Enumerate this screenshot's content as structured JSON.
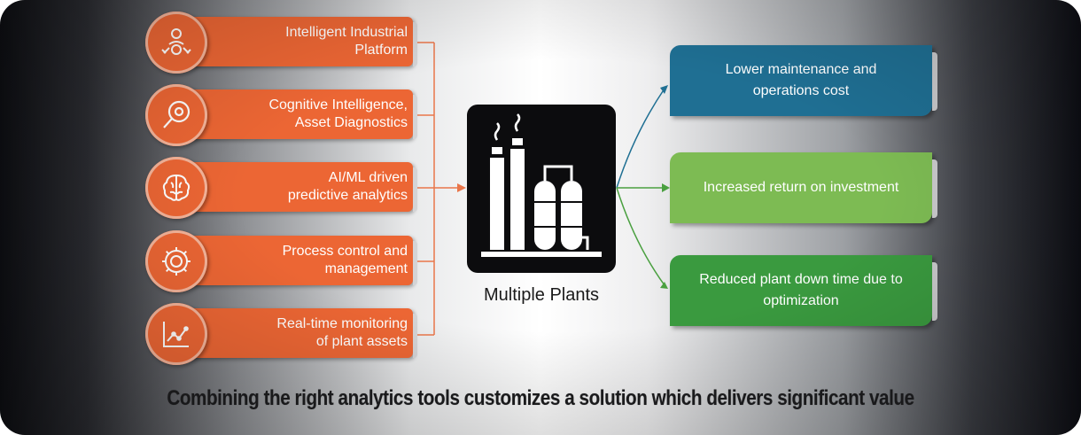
{
  "left_items": [
    {
      "label": "Intelligent Industrial\nPlatform",
      "icon": "person-gear-icon"
    },
    {
      "label": "Cognitive Intelligence,\nAsset Diagnostics",
      "icon": "magnifier-icon"
    },
    {
      "label": "AI/ML driven\npredictive analytics",
      "icon": "brain-icon"
    },
    {
      "label": "Process control and\nmanagement",
      "icon": "gear-icon"
    },
    {
      "label": "Real-time monitoring\nof plant assets",
      "icon": "line-chart-icon"
    }
  ],
  "center": {
    "caption": "Multiple Plants",
    "icon": "industrial-plant-icon"
  },
  "right_items": [
    {
      "label": "Lower maintenance and\noperations cost",
      "color": "#1f6f93"
    },
    {
      "label": "Increased return on investment",
      "color": "#7dbb53"
    },
    {
      "label": "Reduced plant down time due to\noptimization",
      "color": "#3a9a3f"
    }
  ],
  "footer": "Combining the right analytics tools customizes a solution which delivers significant value",
  "colors": {
    "left_accent": "#ec6634",
    "connector_left": "#e9764a",
    "connector_right_blue": "#1f6f93",
    "connector_right_green": "#4aa040"
  }
}
